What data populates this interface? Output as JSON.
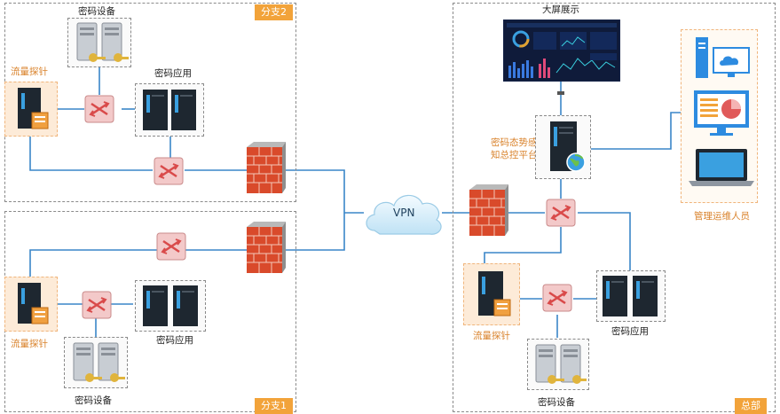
{
  "zones": {
    "branch2": "分支2",
    "branch1": "分支1",
    "hq": "总部"
  },
  "labels": {
    "b2_crypto_device": "密码设备",
    "b2_crypto_app": "密码应用",
    "b2_probe": "流量探针",
    "b1_crypto_app": "密码应用",
    "b1_probe": "流量探针",
    "b1_crypto_device": "密码设备",
    "vpn": "VPN",
    "big_screen": "大屏展示",
    "platform_line1": "密码态势感",
    "platform_line2": "知总控平台",
    "admin": "管理运维人员",
    "hq_probe": "流量探针",
    "hq_crypto_app": "密码应用",
    "hq_crypto_device": "密码设备"
  },
  "colors": {
    "link": "#3a86c8",
    "tag": "#f2a33a",
    "accent_label": "#d9822b",
    "firewall": "#d94a2b",
    "switch": "#f3c9c9"
  }
}
